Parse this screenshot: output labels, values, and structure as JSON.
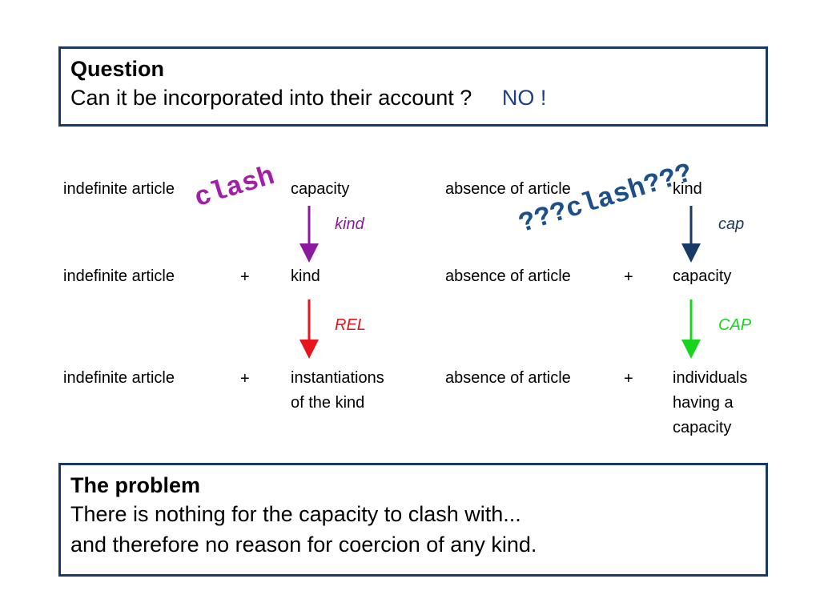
{
  "question": {
    "title": "Question",
    "text": "Can it be incorporated into their account ?",
    "answer": "NO !"
  },
  "problem": {
    "title": "The problem",
    "line1": "There is nothing for the capacity to clash with...",
    "line2": "and therefore no reason for coercion of any kind."
  },
  "left": {
    "row1": {
      "a": "indefinite article",
      "plus": "+",
      "b": "capacity"
    },
    "arrow1": {
      "label": "kind",
      "color": "#8b1a9e"
    },
    "row2": {
      "a": "indefinite article",
      "plus": "+",
      "b": "kind"
    },
    "arrow2": {
      "label": "REL",
      "color": "#e8141c"
    },
    "row3": {
      "a": "indefinite article",
      "plus": "+",
      "b1": "instantiations",
      "b2": "of the kind"
    },
    "clash": "clash",
    "clash_color": "#a21fa8"
  },
  "right": {
    "row1": {
      "a": "absence of article",
      "plus": "+",
      "b": "kind"
    },
    "arrow1": {
      "label": "cap",
      "color": "#173a66"
    },
    "row2": {
      "a": "absence of article",
      "plus": "+",
      "b": "capacity"
    },
    "arrow2": {
      "label": "CAP",
      "color": "#17d41c"
    },
    "row3": {
      "a": "absence of article",
      "plus": "+",
      "b1": "individuals",
      "b2": "having a",
      "b3": "capacity"
    },
    "clash": "???clash???",
    "clash_color": "#1d4f8a"
  }
}
